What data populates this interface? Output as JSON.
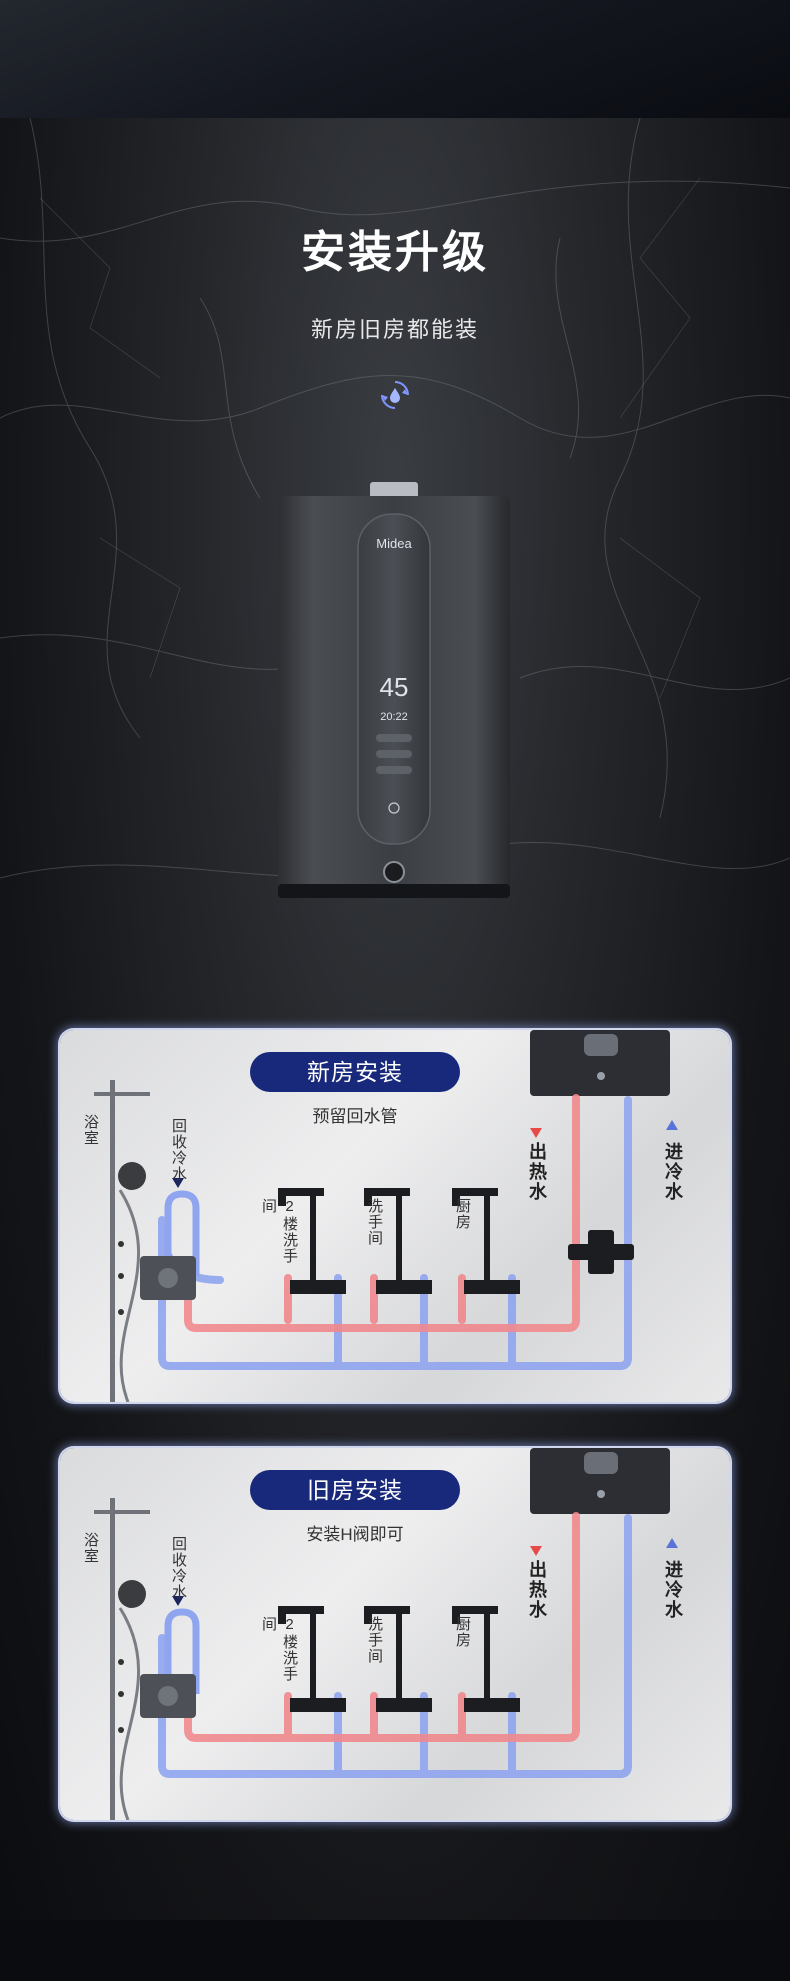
{
  "header": {
    "title": "安装升级",
    "subtitle": "新房旧房都能装"
  },
  "icons": {
    "drop": "water-drop-icon",
    "hot": "hot-water-arrow-icon",
    "cold": "cold-water-arrow-icon"
  },
  "product": {
    "logo": "Midea",
    "temperature": "45",
    "time": "20:22"
  },
  "colors": {
    "accent": "#18287a",
    "hot_pipe": "#f0898e",
    "cold_pipe": "#8fa5ef",
    "hot_arrow": "#e84a4a",
    "cold_arrow": "#5a73d8",
    "back_arrow": "#1b2560"
  },
  "cards": [
    {
      "title": "新房安装",
      "note": "预留回水管",
      "shower": "浴室",
      "return": "回收冷水",
      "faucet1": "2楼洗手间",
      "faucet2": "洗手间",
      "faucet3": "厨房",
      "hot": "出热水",
      "cold": "进冷水"
    },
    {
      "title": "旧房安装",
      "note": "安装H阀即可",
      "shower": "浴室",
      "return": "回收冷水",
      "faucet1": "2楼洗手间",
      "faucet2": "洗手间",
      "faucet3": "厨房",
      "hot": "出热水",
      "cold": "进冷水"
    }
  ]
}
